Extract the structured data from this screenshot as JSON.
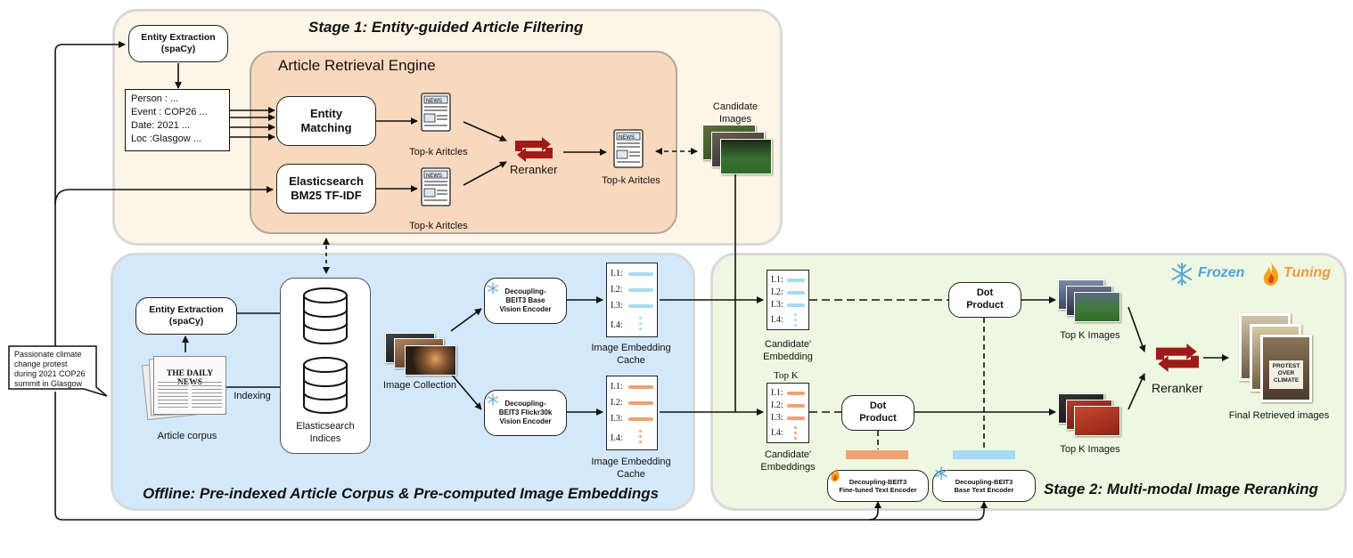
{
  "colors": {
    "stage1_bg": "#fdf6e8",
    "engine_bg": "#f9d9bd",
    "offline_bg": "#d3e9fb",
    "stage2_bg": "#eef7e1",
    "accent_orange": "#f2a173",
    "accent_blue": "#a7dbf2",
    "reranker_red": "#a01a1a"
  },
  "stage1": {
    "title": "Stage 1: Entity-guided Article Filtering"
  },
  "engine": {
    "title": "Article Retrieval Engine"
  },
  "offline": {
    "title": "Offline: Pre-indexed Article Corpus & Pre-computed Image Embeddings"
  },
  "stage2": {
    "title": "Stage 2: Multi-modal Image Reranking"
  },
  "legend": {
    "frozen": "Frozen",
    "tuning": "Tuning"
  },
  "query": {
    "lines": [
      "Passionate climate",
      "change protest",
      "during 2021 COP26",
      "summit in Glasgow"
    ]
  },
  "entity_extraction_top": {
    "line1": "Entity Extraction",
    "line2": "(spaCy)"
  },
  "entities": {
    "items": [
      "Person : ...",
      "Event : COP26 ...",
      "Date: 2021 ...",
      "Loc :Glasgow ..."
    ]
  },
  "entity_matching": {
    "line1": "Entity",
    "line2": "Matching"
  },
  "elasticsearch": {
    "line1": "Elasticsearch",
    "line2": "BM25 TF-IDF"
  },
  "topk_articles_1": "Top-k Aritcles",
  "topk_articles_2": "Top-k Aritcles",
  "topk_articles_3": "Top-k Aritcles",
  "reranker_stage1": "Reranker",
  "candidate_images": {
    "line1": "Candidate",
    "line2": "Images"
  },
  "entity_extraction_off": {
    "line1": "Entity Extraction",
    "line2": "(spaCy)"
  },
  "newspaper": {
    "masthead": "THE DAILY NEWS"
  },
  "article_corpus": "Article corpus",
  "indexing": "Indexing",
  "es_indices": {
    "line1": "Elasticsearch",
    "line2": "Indices"
  },
  "image_collection": "Image Collection",
  "vision_base": {
    "line1": "Decoupling-",
    "line2": "BEIT3 Base",
    "line3": "Vision Encoder"
  },
  "vision_flickr": {
    "line1": "Decoupling-",
    "line2": "BEIT3 Flickr30k",
    "line3": "Vision Encoder"
  },
  "cache_rows": [
    "I.1:",
    "I.2:",
    "I.3:",
    "I.4:"
  ],
  "cache_label_1": {
    "line1": "Image Embedding",
    "line2": "Cache"
  },
  "cache_label_2": {
    "line1": "Image Embedding",
    "line2": "Cache"
  },
  "cand_emb_1": {
    "line1": "Candidate'",
    "line2": "Embedding"
  },
  "cand_emb_2": {
    "line1": "Candidate'",
    "line2": "Embeddings"
  },
  "topk_small": "Top K",
  "dot_product_1": {
    "line1": "Dot",
    "line2": "Product"
  },
  "dot_product_2": {
    "line1": "Dot",
    "line2": "Product"
  },
  "text_enc_tuned": {
    "line1": "Decoupling-BEIT3",
    "line2": "Fine-tuned Text Encoder"
  },
  "text_enc_base": {
    "line1": "Decoupling-BEIT3",
    "line2": "Base Text Encoder"
  },
  "topk_images_1": "Top K Images",
  "topk_images_2": "Top K  Images",
  "reranker_stage2": "Reranker",
  "final_images": "Final Retrieved images",
  "protest_sign": {
    "line1": "PROTEST",
    "line2": "OVER",
    "line3": "CLIMATE"
  }
}
